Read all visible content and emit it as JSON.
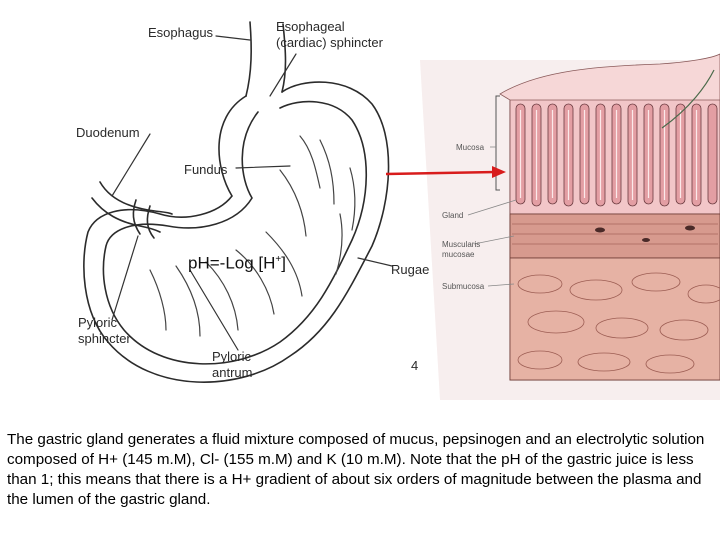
{
  "stomach_labels": {
    "esophagus": "Esophagus",
    "sphincter_line1": "Esophageal",
    "sphincter_line2": "(cardiac) sphincter",
    "duodenum": "Duodenum",
    "fundus": "Fundus",
    "rugae": "Rugae",
    "pyloric_sphincter_line1": "Pyloric",
    "pyloric_sphincter_line2": "sphincter",
    "pyloric_antrum_line1": "Pyloric",
    "pyloric_antrum_line2": "antrum",
    "figure_number": "4"
  },
  "tissue_labels": {
    "mucosa": "Mucosa",
    "gland": "Gland",
    "muscularis_line1": "Muscularis",
    "muscularis_line2": "mucosae",
    "submucosa": "Submucosa"
  },
  "formula": {
    "prefix": "pH=-Log [H",
    "superscript": "+",
    "suffix": "]"
  },
  "caption": "The gastric gland generates a fluid mixture composed of mucus, pepsinogen and an electrolytic solution composed of H+ (145 m.M), Cl- (155 m.M) and K (10 m.M). Note that the pH of the gastric juice is less than 1; this means that there is a H+ gradient of about six orders of magnitude between the plasma and the lumen of the gastric gland.",
  "colors": {
    "arrow": "#d81c1c",
    "mucosa": "#f2c6c8",
    "muscle": "#d79a8e",
    "submucosa": "#e6b2a4"
  }
}
